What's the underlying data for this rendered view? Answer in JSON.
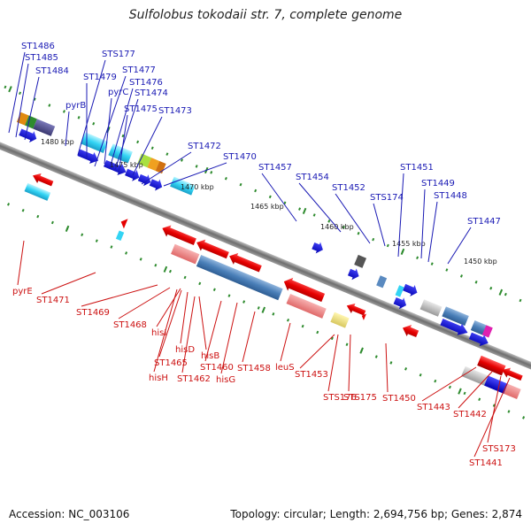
{
  "title": "Sulfolobus tokodaii str. 7, complete genome",
  "footer": {
    "accession": "Accession: NC_003106",
    "summary": "Topology: circular; Length: 2,694,756 bp; Genes: 2,874"
  },
  "colors": {
    "top_label": "#1a1ab4",
    "bottom_label": "#cc1111",
    "backbone": "#7a7a7a",
    "tick": "#2e8b2e"
  },
  "ticks": [
    "1480 kbp",
    "1475 kbp",
    "1470 kbp",
    "1465 kbp",
    "1460 kbp",
    "1455 kbp",
    "1450 kbp"
  ],
  "top_labels": [
    "ST1486",
    "ST1485",
    "ST1484",
    "STS177",
    "ST1479",
    "ST1477",
    "pyrB",
    "pyrC",
    "ST1476",
    "ST1474",
    "ST1475",
    "ST1473",
    "ST1472",
    "ST1470",
    "ST1457",
    "ST1454",
    "ST1452",
    "STS174",
    "ST1451",
    "ST1449",
    "ST1448",
    "ST1447"
  ],
  "bottom_labels": [
    "pyrE",
    "ST1471",
    "ST1469",
    "ST1468",
    "hisI",
    "hisD",
    "ST1465",
    "hisH",
    "hisB",
    "ST1462",
    "ST1460",
    "hisG",
    "ST1458",
    "leuS",
    "ST1453",
    "STS176",
    "STS175",
    "ST1450",
    "ST1443",
    "ST1442",
    "STS173",
    "ST1441"
  ]
}
